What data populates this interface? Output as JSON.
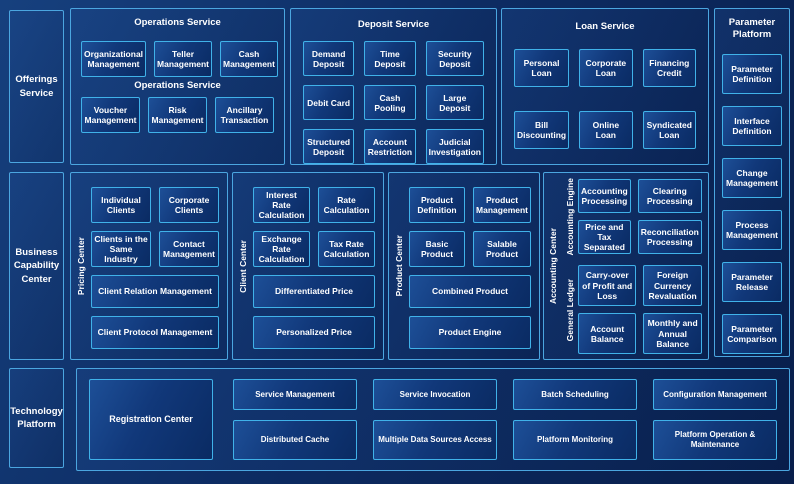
{
  "colors": {
    "background_top": "#16407e",
    "background_bottom": "#081e4b",
    "panel_border": "#4ba6e0",
    "box_border": "#40b2e9",
    "box_fill": "#11387a",
    "text": "#ffffff"
  },
  "left_rail": {
    "items": [
      {
        "label": "Offerings Service"
      },
      {
        "label": "Business Capability Center"
      },
      {
        "label": "Technology Platform"
      }
    ]
  },
  "operations_service": {
    "title": "Operations Service",
    "row1": [
      "Organizational Management",
      "Teller Management",
      "Cash Management"
    ],
    "mid_label": "Operations Service",
    "row2": [
      "Voucher Management",
      "Risk Management",
      "Ancillary Transaction"
    ]
  },
  "deposit_service": {
    "title": "Deposit Service",
    "items": [
      "Demand Deposit",
      "Time Deposit",
      "Security Deposit",
      "Debit Card",
      "Cash Pooling",
      "Large Deposit",
      "Structured Deposit",
      "Account Restriction",
      "Judicial Investigation"
    ]
  },
  "loan_service": {
    "title": "Loan Service",
    "items": [
      "Personal Loan",
      "Corporate Loan",
      "Financing Credit",
      "Bill Discounting",
      "Online Loan",
      "Syndicated Loan"
    ]
  },
  "parameter_platform": {
    "title": "Parameter Platform",
    "items": [
      "Parameter Definition",
      "Interface Definition",
      "Change Management",
      "Process Management",
      "Parameter Release",
      "Parameter Comparison"
    ]
  },
  "pricing_center": {
    "side_label": "Pricing Center",
    "small_boxes": [
      "Individual Clients",
      "Corporate Clients",
      "Clients in the Same Industry",
      "Contact Management"
    ],
    "wide_boxes": [
      "Client Relation Management",
      "Client Protocol Management"
    ]
  },
  "client_center": {
    "side_label": "Client Center",
    "small_boxes": [
      "Interest Rate Calculation",
      "Rate Calculation",
      "Exchange Rate Calculation",
      "Tax Rate Calculation"
    ],
    "wide_boxes": [
      "Differentiated Price",
      "Personalized Price"
    ]
  },
  "product_center": {
    "side_label": "Product Center",
    "small_boxes": [
      "Product Definition",
      "Product Management",
      "Basic Product",
      "Salable Product"
    ],
    "wide_boxes": [
      "Combined Product",
      "Product Engine"
    ]
  },
  "accounting_center": {
    "side_label": "Accounting Center",
    "groups": [
      {
        "label": "Accounting Engine",
        "items": [
          "Accounting Processing",
          "Clearing Processing",
          "Price and Tax Separated",
          "Reconciliation Processing"
        ]
      },
      {
        "label": "General Ledger",
        "items": [
          "Carry-over of Profit and Loss",
          "Foreign Currency Revaluation",
          "Account Balance",
          "Monthly and Annual Balance"
        ]
      }
    ]
  },
  "technology_platform_panel": {
    "registration": "Registration Center",
    "row1": [
      "Service Management",
      "Service Invocation",
      "Batch Scheduling",
      "Configuration Management"
    ],
    "row2": [
      "Distributed Cache",
      "Multiple Data Sources Access",
      "Platform Monitoring",
      "Platform Operation & Maintenance"
    ]
  }
}
